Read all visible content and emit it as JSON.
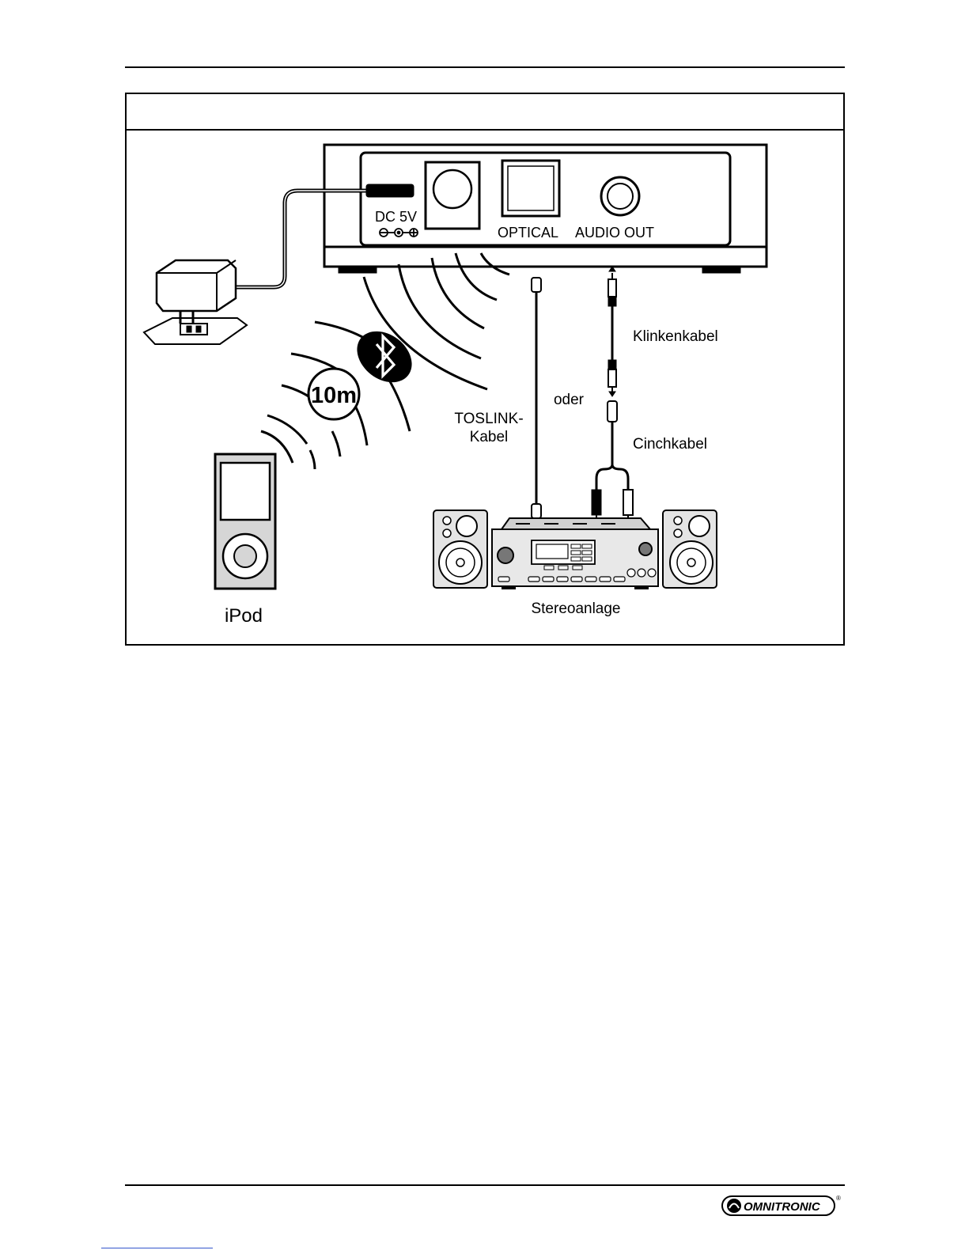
{
  "device": {
    "dc_label": "DC 5V",
    "optical_label": "OPTICAL",
    "audio_out_label": "AUDIO OUT"
  },
  "labels": {
    "range": "10m",
    "ipod": "iPod",
    "toslink_line1": "TOSLINK-",
    "toslink_line2": "Kabel",
    "oder": "oder",
    "klinkenkabel": "Klinkenkabel",
    "cinchkabel": "Cinchkabel",
    "stereoanlage": "Stereoanlage"
  },
  "footer": {
    "brand": "OMNITRONIC",
    "registered": "®"
  },
  "icons": [
    "power-adapter-icon",
    "bluetooth-icon",
    "ipod-icon",
    "stereo-system-icon",
    "speaker-icon",
    "brand-logo-icon"
  ]
}
